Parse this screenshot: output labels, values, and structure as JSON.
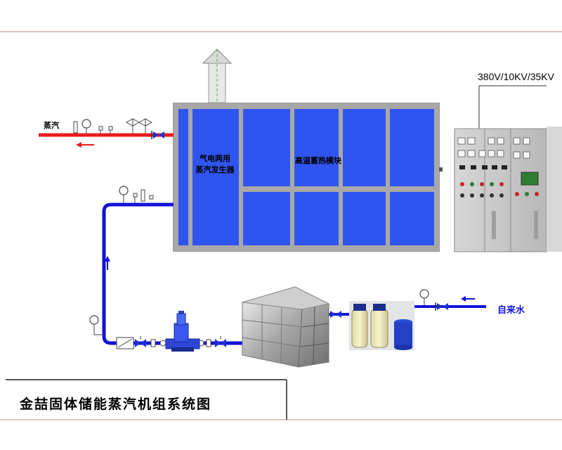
{
  "labels": {
    "steam_out": "蒸汽",
    "generator_line1": "气电两用",
    "generator_line2": "蒸汽发生器",
    "storage_module": "高温蓄热模块",
    "voltage": "380V/10KV/35KV",
    "tap_water": "自来水",
    "title": "金喆固体储能蒸汽机组系统图"
  },
  "colors": {
    "steam_pipe": "#e81c1c",
    "water_pipe": "#1212d8",
    "tank_blue": "#2f55f0",
    "frame_gray": "#a8a8a8",
    "border_pink": "#c98888"
  }
}
